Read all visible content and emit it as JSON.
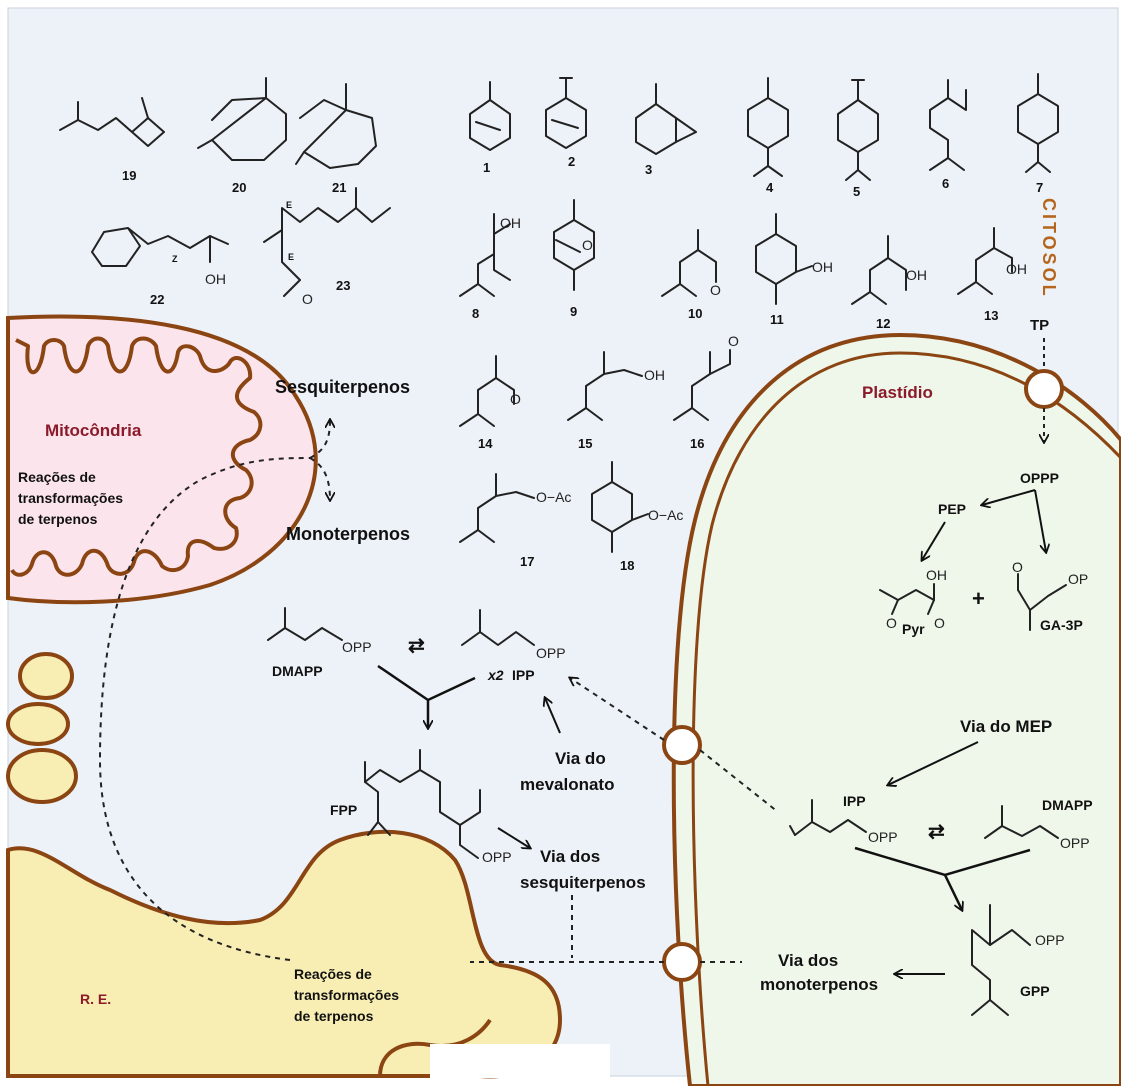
{
  "compartments": {
    "cytosol": "CITOSOL",
    "mitochondria": "Mitocôndria",
    "mito_reactions": [
      "Reações de",
      "transformações",
      "de terpenos"
    ],
    "plastid": "Plastídio",
    "er": "R. E.",
    "er_reactions": [
      "Reações de",
      "transformações",
      "de terpenos"
    ]
  },
  "labels": {
    "tp": "TP",
    "sesquiterpenes": "Sesquiterpenos",
    "monoterpenes": "Monoterpenos",
    "oppp": "OPPP",
    "pep": "PEP",
    "pyr": "Pyr",
    "ga3p": "GA-3P",
    "plus": "+",
    "op": "OP",
    "oh": "OH",
    "o": "O",
    "dmapp": "DMAPP",
    "ipp": "IPP",
    "x2": "x2",
    "opp": "OPP",
    "fpp": "FPP",
    "gpp": "GPP",
    "via_meva": [
      "Via do",
      "mevalonato"
    ],
    "via_mep": "Via do MEP",
    "via_sesq": [
      "Via dos",
      "sesquiterpenos"
    ],
    "via_mono": [
      "Via dos",
      "monoterpenos"
    ],
    "oac": "O−Ac",
    "z": "Z",
    "e": "E"
  },
  "compounds": [
    "1",
    "2",
    "3",
    "4",
    "5",
    "6",
    "7",
    "8",
    "9",
    "10",
    "11",
    "12",
    "13",
    "14",
    "15",
    "16",
    "17",
    "18",
    "19",
    "20",
    "21",
    "22",
    "23"
  ],
  "colors": {
    "cytosol_bg": "#edf2f8",
    "membrane": "#8b4513",
    "mito_fill": "#fce4ec",
    "plastid_fill": "#eef7ea",
    "er_fill": "#f8eeb4",
    "dark_red": "#8b1a2b",
    "citosol_text": "#b5651d"
  }
}
